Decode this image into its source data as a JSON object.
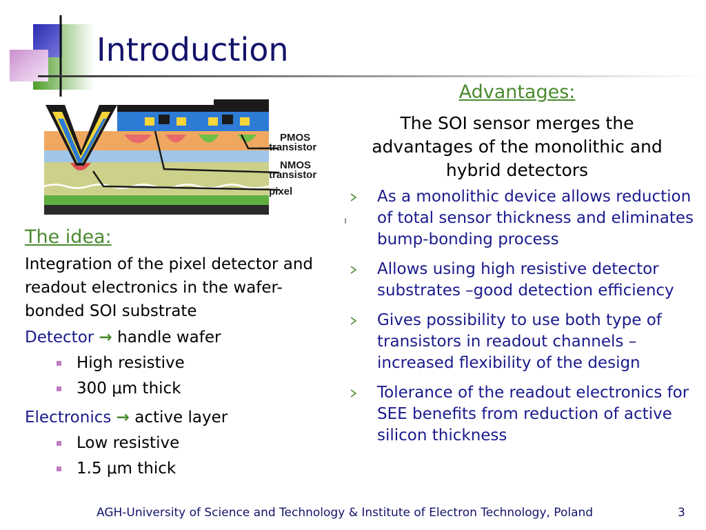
{
  "slide": {
    "title": "Introduction",
    "figure": {
      "labels": [
        "PMOS",
        "transistor",
        "NMOS",
        "transistor",
        "pixel"
      ]
    },
    "idea": {
      "heading": "The idea:",
      "text": "Integration of the pixel detector and readout electronics in the wafer-bonded SOI substrate",
      "detector": {
        "label": "Detector",
        "arrow": "→",
        "value": "handle wafer",
        "items": [
          "High resistive",
          "300 μm thick"
        ]
      },
      "electronics": {
        "label": "Electronics",
        "arrow": "→",
        "value": "active layer",
        "items": [
          "Low resistive",
          "1.5 μm thick"
        ]
      }
    },
    "advantages": {
      "heading": "Advantages:",
      "intro": "The SOI sensor merges the advantages of the monolithic and hybrid detectors",
      "bullets": [
        "As a monolithic device allows reduction of total sensor thickness and eliminates bump-bonding process",
        "Allows using high resistive detector substrates –good detection efficiency",
        "Gives possibility to use both type of transistors in readout channels – increased flexibility of the design",
        "Tolerance of the readout electronics for SEE benefits from reduction of active silicon thickness"
      ]
    },
    "footer": {
      "text": "AGH-University of Science and Technology & Institute of Electron Technology, Poland",
      "page": "3"
    },
    "colors": {
      "title": "#13136b",
      "green": "#4a8a2e",
      "blue": "#1a1a8c",
      "bullet_square": "#c07cc0"
    }
  }
}
